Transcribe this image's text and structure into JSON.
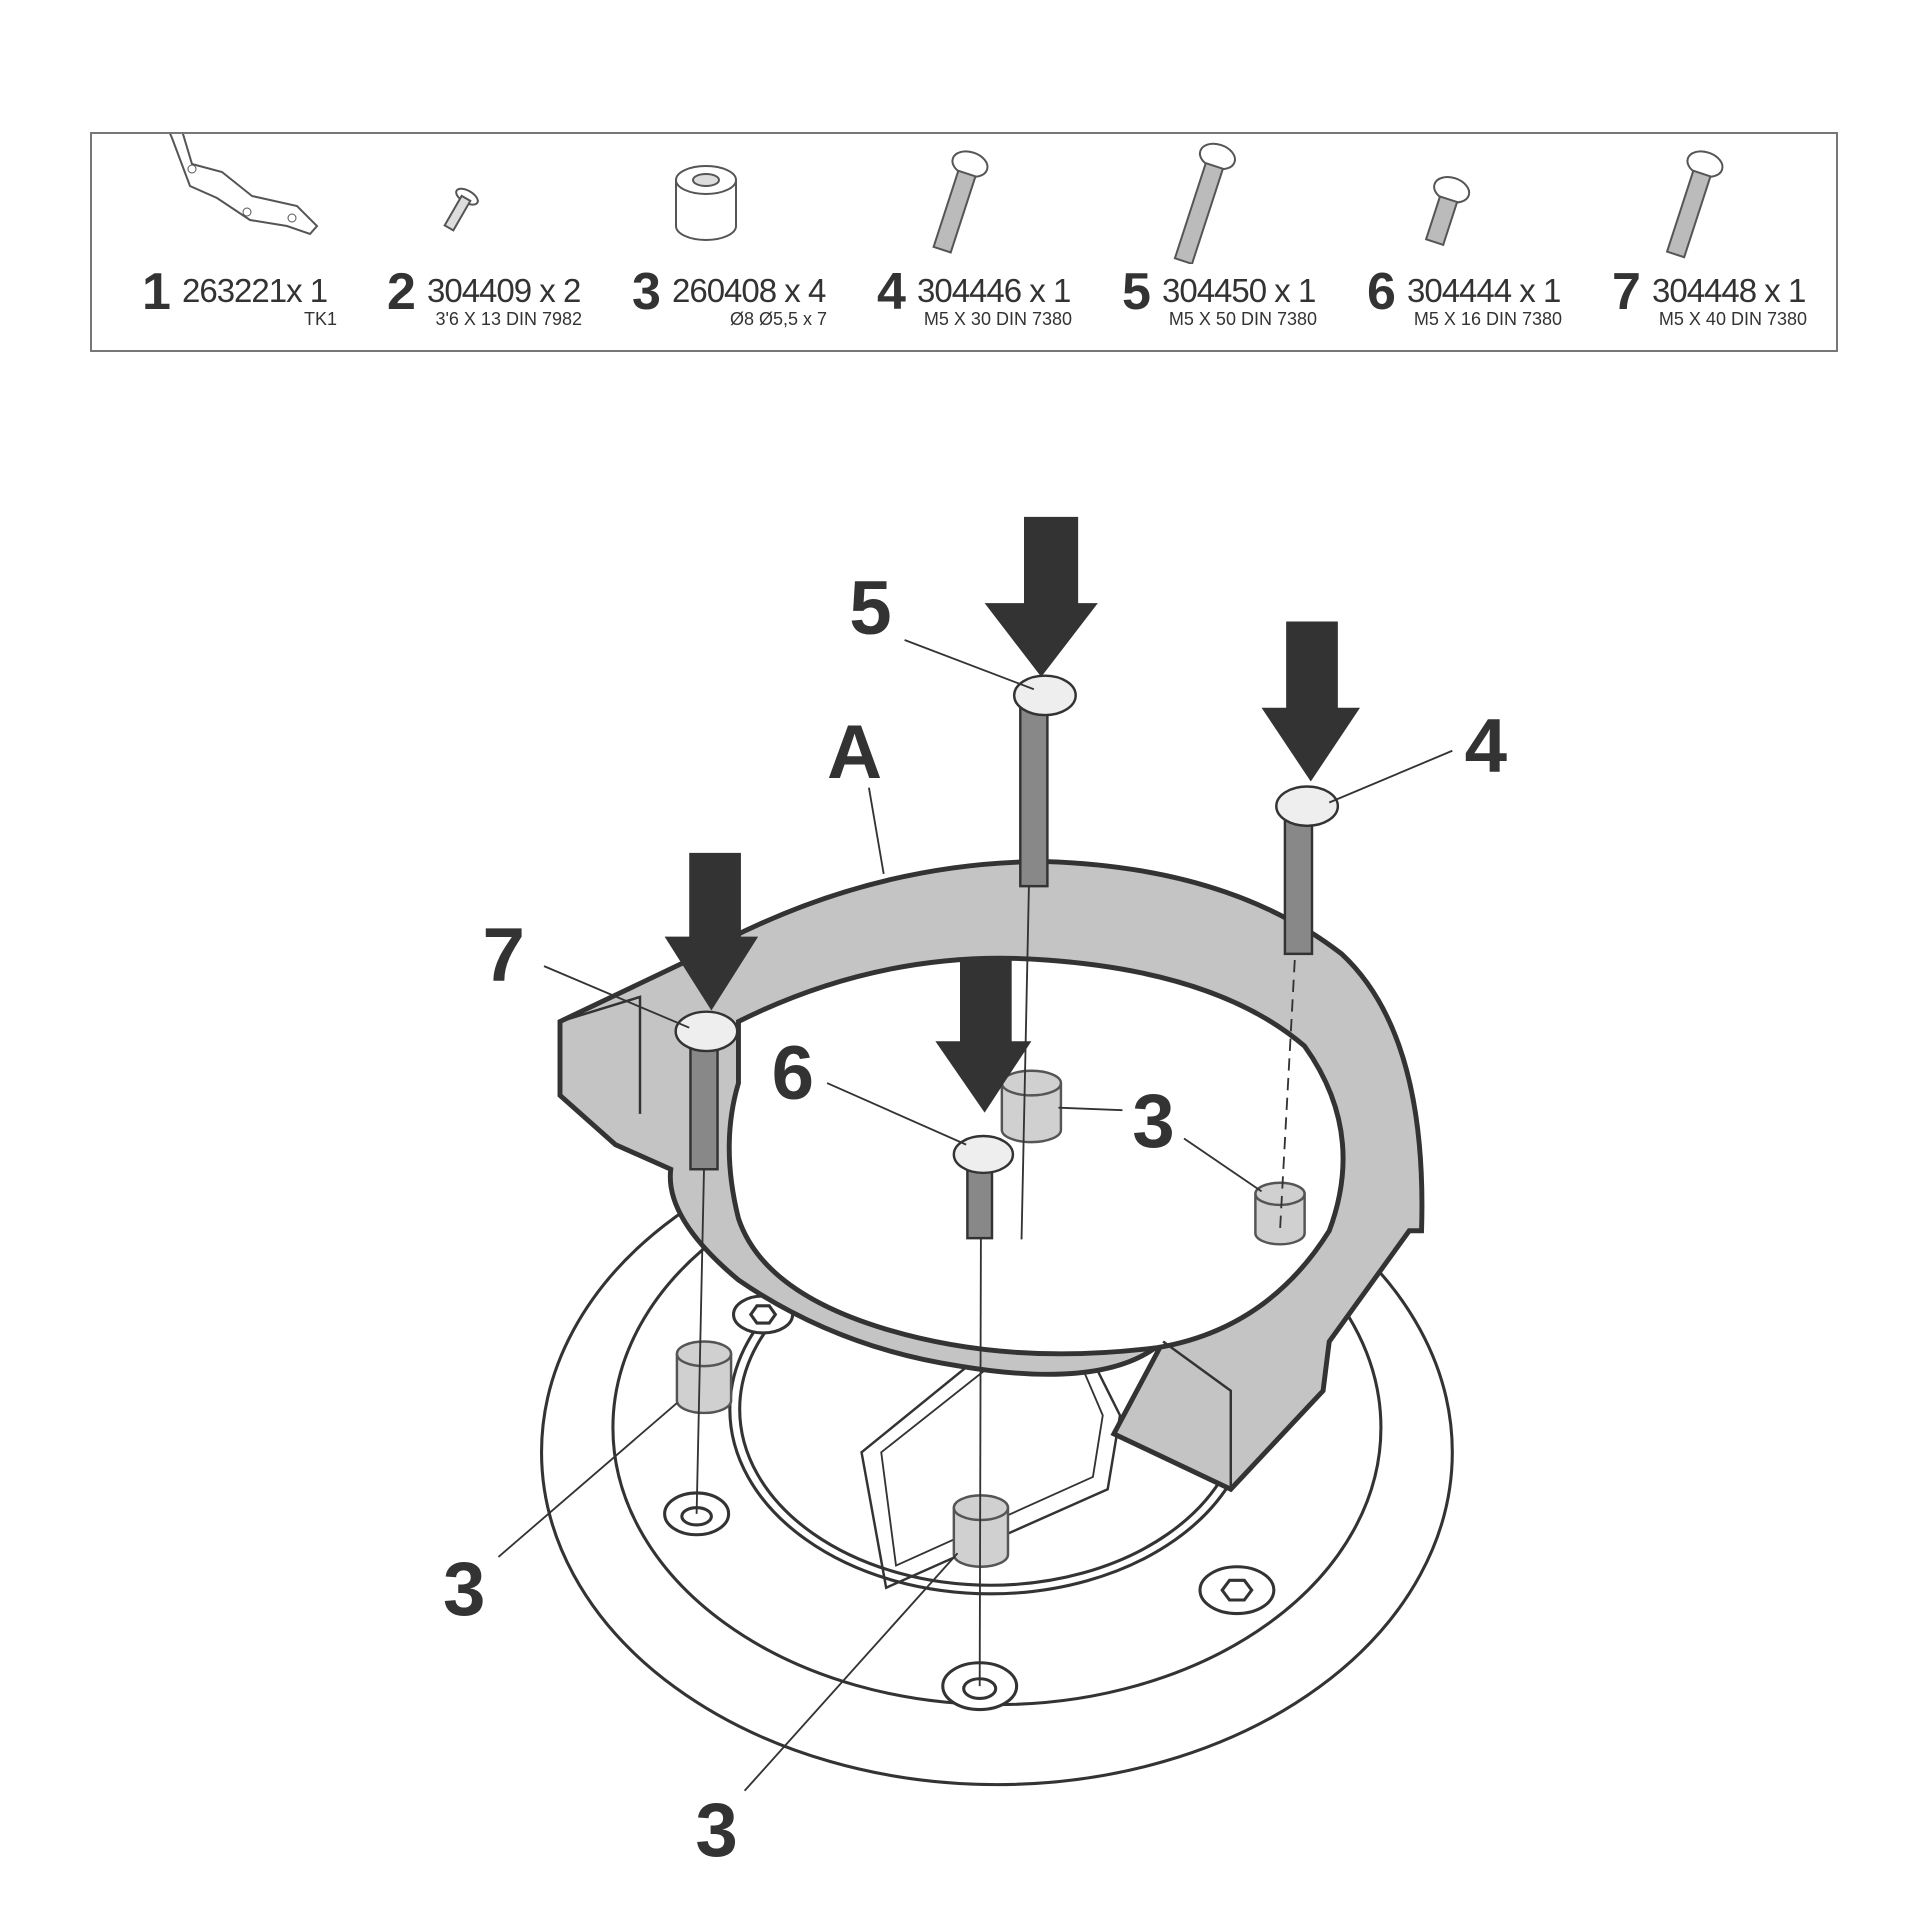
{
  "parts_list": [
    {
      "number": "1",
      "code": "263221x 1",
      "spec": "TK1",
      "icon": "plate-bracket-icon"
    },
    {
      "number": "2",
      "code": "304409 x 2",
      "spec": "3'6 X 13 DIN 7982",
      "icon": "self-tapping-screw-icon"
    },
    {
      "number": "3",
      "code": "260408 x 4",
      "spec": "Ø8 Ø5,5 x 7",
      "icon": "spacer-icon"
    },
    {
      "number": "4",
      "code": "304446 x 1",
      "spec": "M5 X 30 DIN 7380",
      "icon": "bolt-icon"
    },
    {
      "number": "5",
      "code": "304450 x 1",
      "spec": "M5 X 50 DIN 7380",
      "icon": "bolt-icon"
    },
    {
      "number": "6",
      "code": "304444 x 1",
      "spec": "M5 X 16 DIN 7380",
      "icon": "bolt-icon"
    },
    {
      "number": "7",
      "code": "304448 x 1",
      "spec": "M5 X 40 DIN 7380",
      "icon": "bolt-icon"
    }
  ],
  "diagram": {
    "labels": {
      "bracket": "A",
      "bolt5": "5",
      "bolt4": "4",
      "bolt7": "7",
      "bolt6": "6",
      "spacer_right": "3",
      "spacer_left": "3",
      "spacer_bottom": "3"
    },
    "colors": {
      "bracket": "#c4c4c4",
      "arrow": "#333333",
      "spacer": "#d0d0d0"
    }
  }
}
